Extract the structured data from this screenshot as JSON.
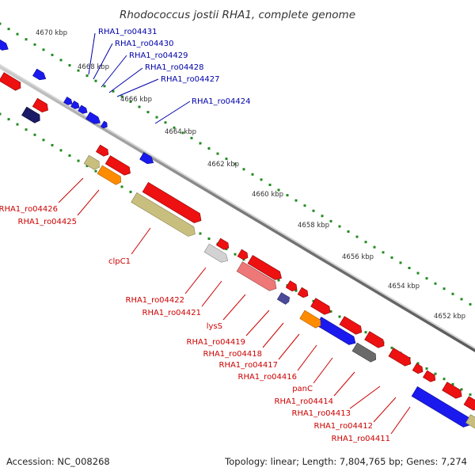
{
  "title": "Rhodococcus jostii RHA1, complete genome",
  "footer": {
    "accession": "Accession: NC_008268",
    "topology": "Topology: linear; Length: 7,804,765 bp; Genes: 7,274"
  },
  "colors": {
    "forward": "#1a1aee",
    "reverse": "#ee1111",
    "forward_label": "#0000aa",
    "reverse_label": "#cc0000",
    "axis": "#888888",
    "ruler": "#228b22"
  },
  "ruler_ticks": [
    "4670 kbp",
    "4668 kbp",
    "4666 kbp",
    "4664 kbp",
    "4662 kbp",
    "4660 kbp",
    "4658 kbp",
    "4656 kbp",
    "4654 kbp",
    "4652 kbp"
  ],
  "forward_labels": [
    "RHA1_ro04431",
    "RHA1_ro04430",
    "RHA1_ro04429",
    "RHA1_ro04428",
    "RHA1_ro04427",
    "RHA1_ro04424"
  ],
  "reverse_labels": [
    "RHA1_ro04426",
    "RHA1_ro04425",
    "clpC1",
    "RHA1_ro04422",
    "RHA1_ro04421",
    "lysS",
    "RHA1_ro04419",
    "RHA1_ro04418",
    "RHA1_ro04417",
    "RHA1_ro04416",
    "panC",
    "RHA1_ro04414",
    "RHA1_ro04413",
    "RHA1_ro04412",
    "RHA1_ro04411"
  ]
}
